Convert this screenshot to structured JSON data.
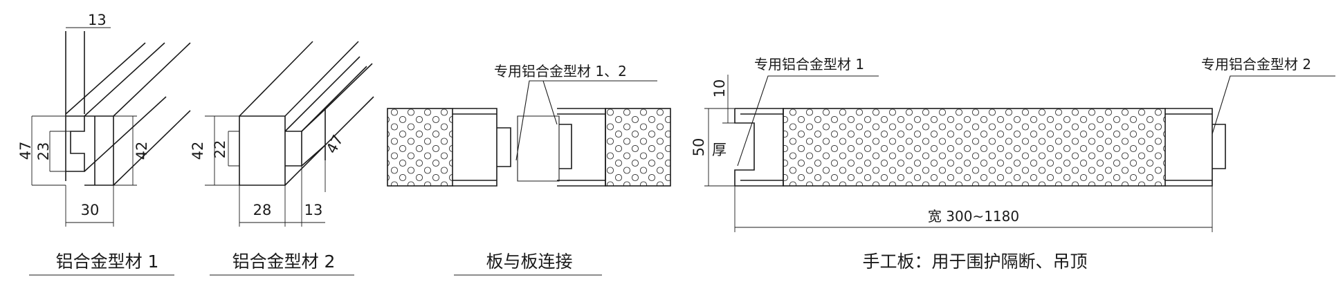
{
  "captions": {
    "profile1": "铝合金型材 1",
    "profile2": "铝合金型材 2",
    "joint": "板与板连接",
    "panel": "手工板：用于围护隔断、吊顶"
  },
  "profile1_dims": {
    "top": "13",
    "left_outer": "47",
    "left_inner": "23",
    "right": "42",
    "bottom": "30"
  },
  "profile2_dims": {
    "left_outer": "42",
    "left_inner": "22",
    "right": "47",
    "bottom_a": "28",
    "bottom_b": "13"
  },
  "joint_label": "专用铝合金型材 1、2",
  "panel_labels": {
    "left_callout": "专用铝合金型材 1",
    "right_callout": "专用铝合金型材 2",
    "thickness_value": "50",
    "thickness_word": "厚",
    "edge_value": "10",
    "width": "宽 300~1180"
  }
}
